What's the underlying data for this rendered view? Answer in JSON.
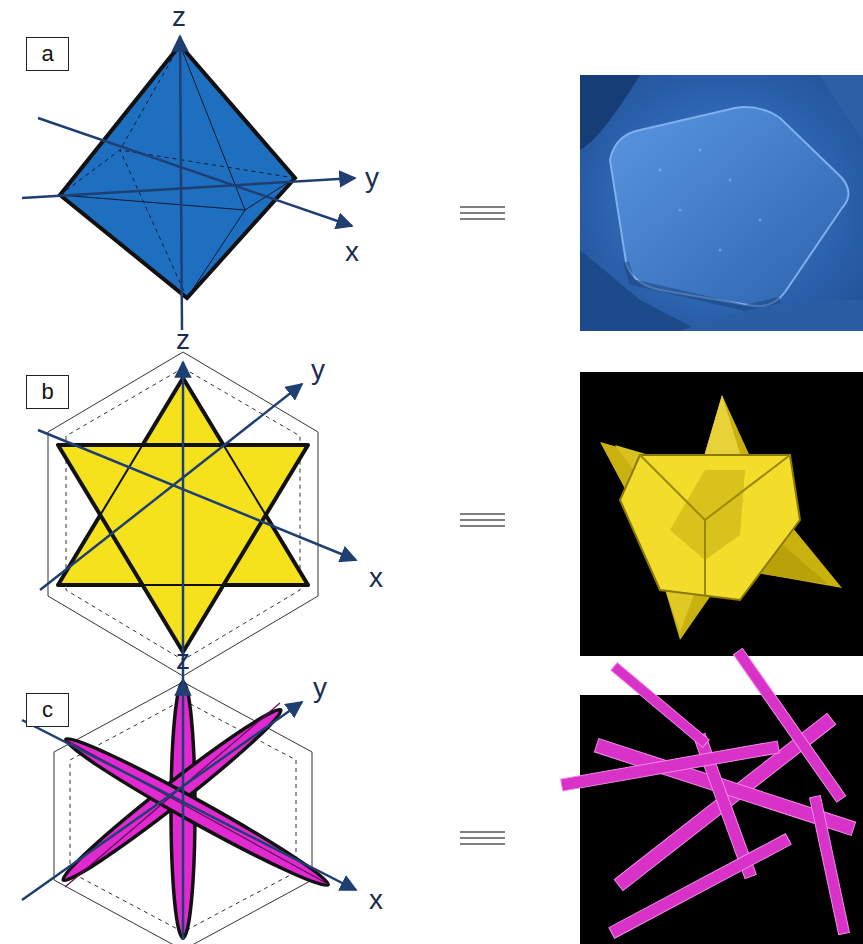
{
  "diagram": {
    "nodes": [
      {
        "text": [
          "a"
        ]
      },
      {
        "text": [
          "b"
        ]
      },
      {
        "text": [
          "c"
        ]
      }
    ],
    "labels": [
      "z",
      "y",
      "x",
      "z",
      "y",
      "x",
      "z",
      "y",
      "x"
    ]
  }
}
